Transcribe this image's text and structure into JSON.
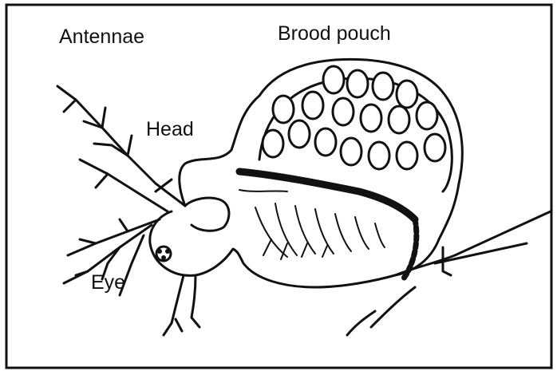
{
  "labels": {
    "antennae": "Antennae",
    "brood_pouch": "Brood pouch",
    "head": "Head",
    "eye": "Eye"
  }
}
